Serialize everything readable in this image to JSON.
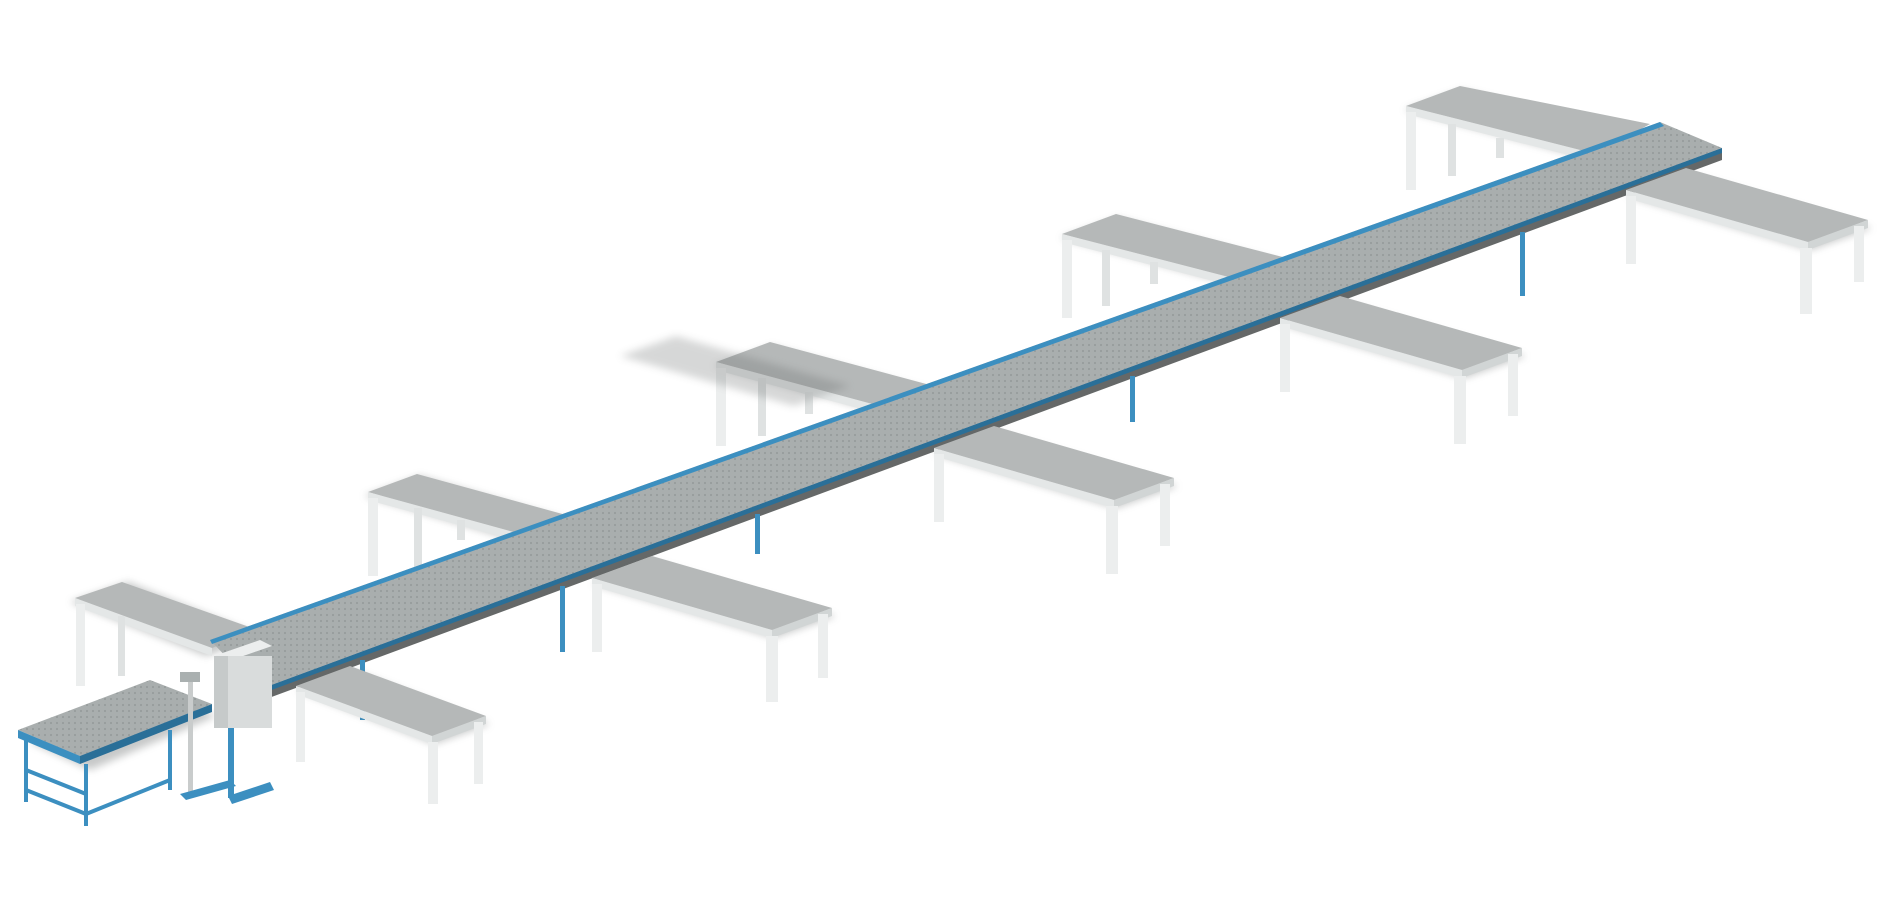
{
  "scene": {
    "colors": {
      "background": "#ffffff",
      "frame_blue": "#3c8fc0",
      "frame_blue_dark": "#2a6f98",
      "belt": "#a9aeae",
      "belt_dark": "#8f9595",
      "table_top": "#b5b8b8",
      "table_edge": "#e4e7e7",
      "table_leg": "#eceeee",
      "shadow": "#5f6363",
      "cabinet": "#d9dcdc"
    },
    "objects": {
      "conveyor": "roller-conveyor",
      "workstations": 12,
      "control_cabinet": "electrical-cabinet",
      "scanner_post": "scanner-stand"
    }
  }
}
